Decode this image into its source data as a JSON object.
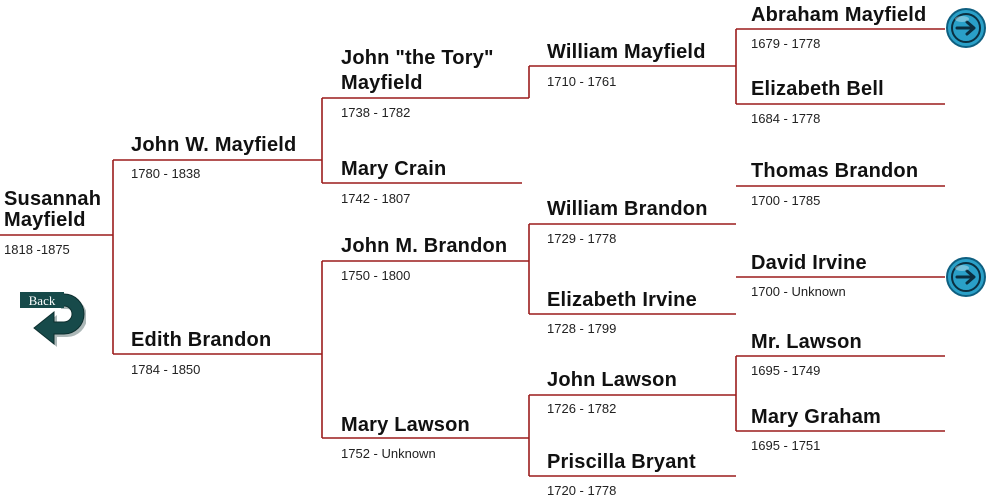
{
  "colors": {
    "line": "#9b1c1c",
    "text": "#111111",
    "arrow": "#2aa0c8",
    "back": "#174a4a"
  },
  "people": [
    {
      "name": "Susannah Mayfield",
      "dates": "1818 -1875"
    },
    {
      "name": "John W. Mayfield",
      "dates": "1780 - 1838"
    },
    {
      "name": "Edith Brandon",
      "dates": "1784 - 1850"
    },
    {
      "name": "John \"the Tory\" Mayfield",
      "dates": "1738 - 1782"
    },
    {
      "name": "Mary Crain",
      "dates": "1742 - 1807"
    },
    {
      "name": "John M. Brandon",
      "dates": "1750 - 1800"
    },
    {
      "name": "Mary Lawson",
      "dates": "1752 - Unknown"
    },
    {
      "name": "William Mayfield",
      "dates": "1710 - 1761"
    },
    {
      "name": "William Brandon",
      "dates": "1729 - 1778"
    },
    {
      "name": "Elizabeth Irvine",
      "dates": "1728 - 1799"
    },
    {
      "name": "John Lawson",
      "dates": "1726 - 1782"
    },
    {
      "name": "Priscilla Bryant",
      "dates": "1720 - 1778"
    },
    {
      "name": "Abraham Mayfield",
      "dates": "1679 - 1778"
    },
    {
      "name": "Elizabeth Bell",
      "dates": "1684 - 1778"
    },
    {
      "name": "Thomas Brandon",
      "dates": "1700 - 1785"
    },
    {
      "name": "David Irvine",
      "dates": "1700 - Unknown"
    },
    {
      "name": "Mr. Lawson",
      "dates": "1695 - 1749"
    },
    {
      "name": "Mary Graham",
      "dates": "1695 - 1751"
    }
  ],
  "back_button": {
    "label": "Back",
    "icon": "back-arrow-icon"
  },
  "nav_icon": "forward-arrow-icon"
}
